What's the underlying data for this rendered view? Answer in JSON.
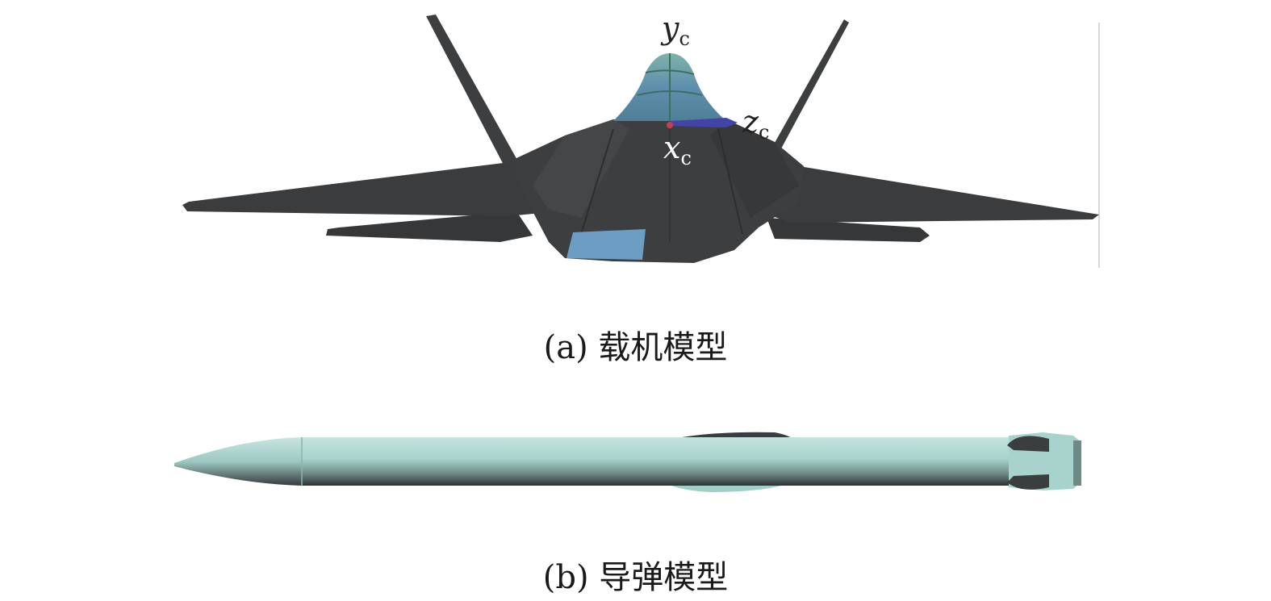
{
  "figure": {
    "caption_a": "(a) 载机模型",
    "caption_b": "(b) 导弹模型"
  },
  "axes": {
    "y": {
      "letter": "y",
      "sub": "c"
    },
    "z": {
      "letter": "z",
      "sub": "c"
    },
    "x": {
      "letter": "x",
      "sub": "c"
    }
  },
  "colors": {
    "aircraft_body": "#3c3e40",
    "canopy_glass": "#5f8fae",
    "missile_body": "#a7d3cc",
    "missile_shadow": "#333536"
  }
}
